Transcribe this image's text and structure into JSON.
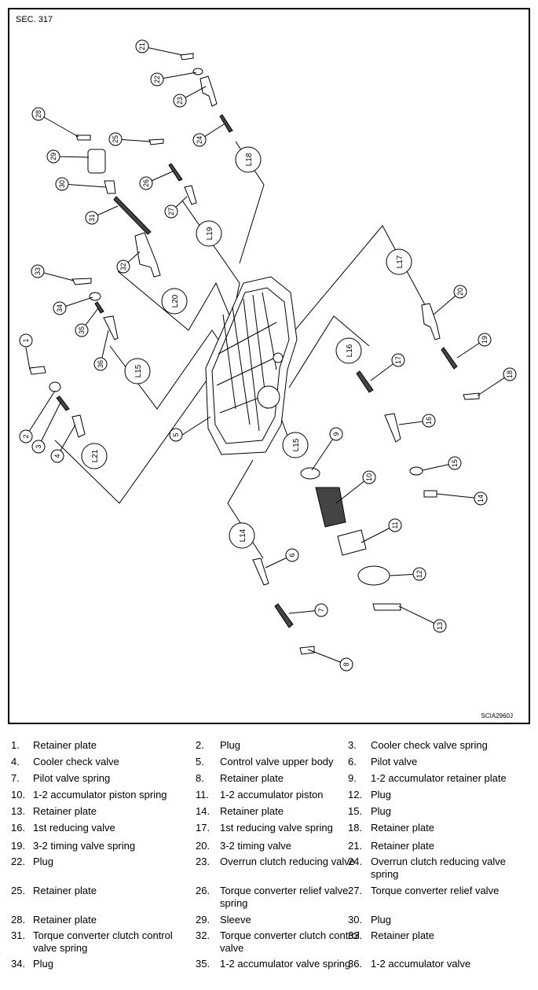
{
  "header": {
    "section": "SEC. 317",
    "figure_code": "SCIA2960J"
  },
  "callouts": [
    "1",
    "2",
    "3",
    "4",
    "5",
    "6",
    "7",
    "8",
    "9",
    "10",
    "11",
    "12",
    "13",
    "14",
    "15",
    "16",
    "17",
    "18",
    "19",
    "20",
    "21",
    "22",
    "23",
    "24",
    "25",
    "26",
    "27",
    "28",
    "29",
    "30",
    "31",
    "32",
    "33",
    "34",
    "35",
    "36"
  ],
  "line_labels": [
    "L14",
    "L15",
    "L15",
    "L16",
    "L17",
    "L18",
    "L19",
    "L20",
    "L21"
  ],
  "legend": [
    {
      "num": "1.",
      "text": "Retainer plate"
    },
    {
      "num": "2.",
      "text": "Plug"
    },
    {
      "num": "3.",
      "text": "Cooler check valve spring"
    },
    {
      "num": "4.",
      "text": "Cooler check valve"
    },
    {
      "num": "5.",
      "text": "Control valve upper body"
    },
    {
      "num": "6.",
      "text": "Pilot valve"
    },
    {
      "num": "7.",
      "text": "Pilot valve spring"
    },
    {
      "num": "8.",
      "text": "Retainer plate"
    },
    {
      "num": "9.",
      "text": "1-2 accumulator retainer plate"
    },
    {
      "num": "10.",
      "text": "1-2 accumulator piston spring"
    },
    {
      "num": "11.",
      "text": "1-2 accumulator piston"
    },
    {
      "num": "12.",
      "text": "Plug"
    },
    {
      "num": "13.",
      "text": "Retainer plate"
    },
    {
      "num": "14.",
      "text": "Retainer plate"
    },
    {
      "num": "15.",
      "text": "Plug"
    },
    {
      "num": "16.",
      "text": "1st reducing valve"
    },
    {
      "num": "17.",
      "text": "1st reducing valve spring"
    },
    {
      "num": "18.",
      "text": "Retainer plate"
    },
    {
      "num": "19.",
      "text": "3-2 timing valve spring"
    },
    {
      "num": "20.",
      "text": "3-2 timing valve"
    },
    {
      "num": "21.",
      "text": "Retainer plate"
    },
    {
      "num": "22.",
      "text": "Plug"
    },
    {
      "num": "23.",
      "text": "Overrun clutch reducing valve"
    },
    {
      "num": "24.",
      "text": "Overrun clutch reducing valve spring"
    },
    {
      "num": "25.",
      "text": "Retainer plate"
    },
    {
      "num": "26.",
      "text": "Torque converter relief valve spring"
    },
    {
      "num": "27.",
      "text": "Torque converter relief valve"
    },
    {
      "num": "28.",
      "text": "Retainer plate"
    },
    {
      "num": "29.",
      "text": "Sleeve"
    },
    {
      "num": "30.",
      "text": "Plug"
    },
    {
      "num": "31.",
      "text": "Torque converter clutch control valve spring"
    },
    {
      "num": "32.",
      "text": "Torque converter clutch control valve"
    },
    {
      "num": "33.",
      "text": "Retainer plate"
    },
    {
      "num": "34.",
      "text": "Plug"
    },
    {
      "num": "35.",
      "text": "1-2 accumulator valve spring"
    },
    {
      "num": "36.",
      "text": "1-2 accumulator valve"
    }
  ]
}
